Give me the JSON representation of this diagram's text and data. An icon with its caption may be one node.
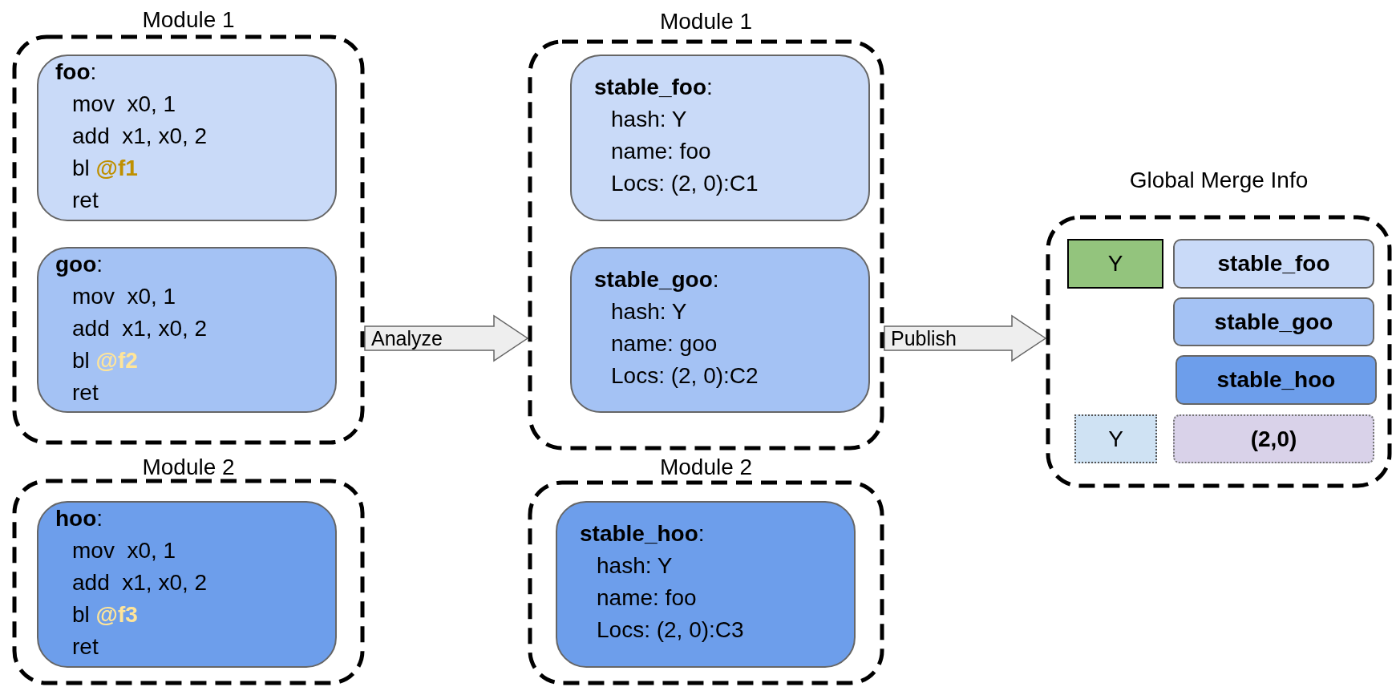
{
  "diagram": {
    "nodes": [
      {
        "text": [
          "Module 1"
        ]
      },
      {
        "text": [
          "**foo**:",
          "mov  x0, 1",
          "add  x1, x0, 2",
          "bl **@f1**",
          "ret"
        ],
        "in": 0
      },
      {
        "text": [
          "**goo**:",
          "mov  x0, 1",
          "add  x1, x0, 2",
          "bl **@f2**",
          "ret"
        ],
        "in": 0
      },
      {
        "text": [
          "Module 2"
        ]
      },
      {
        "text": [
          "**hoo**:",
          "mov  x0, 1",
          "add  x1, x0, 2",
          "bl **@f3**",
          "ret"
        ],
        "in": 3
      },
      {
        "text": [
          "Module 1"
        ]
      },
      {
        "text": [
          "**stable_foo**:",
          "hash: Y",
          "name: foo",
          "Locs: (2, 0):C1"
        ],
        "in": 5
      },
      {
        "text": [
          "**stable_goo**:",
          "hash: Y",
          "name: goo",
          "Locs: (2, 0):C2"
        ],
        "in": 5
      },
      {
        "text": [
          "Module 2"
        ]
      },
      {
        "text": [
          "**stable_hoo**:",
          "hash: Y",
          "name: foo",
          "Locs: (2, 0):C3"
        ],
        "in": 8
      },
      {
        "text": [
          "Global Merge Info"
        ]
      },
      {
        "text": [
          "Y"
        ],
        "in": 10
      },
      {
        "text": [
          "stable_foo"
        ],
        "in": 10
      },
      {
        "text": [
          "stable_goo"
        ],
        "in": 10
      },
      {
        "text": [
          "stable_hoo"
        ],
        "in": 10
      },
      {
        "text": [
          "Y"
        ],
        "in": 10
      },
      {
        "text": [
          "(2,0)"
        ],
        "in": 10
      }
    ],
    "edges": [
      {
        "from": 0,
        "to": 5,
        "arrow": "to",
        "label": "Analyze"
      },
      {
        "from": 5,
        "to": 10,
        "arrow": "to",
        "label": "Publish"
      }
    ]
  }
}
